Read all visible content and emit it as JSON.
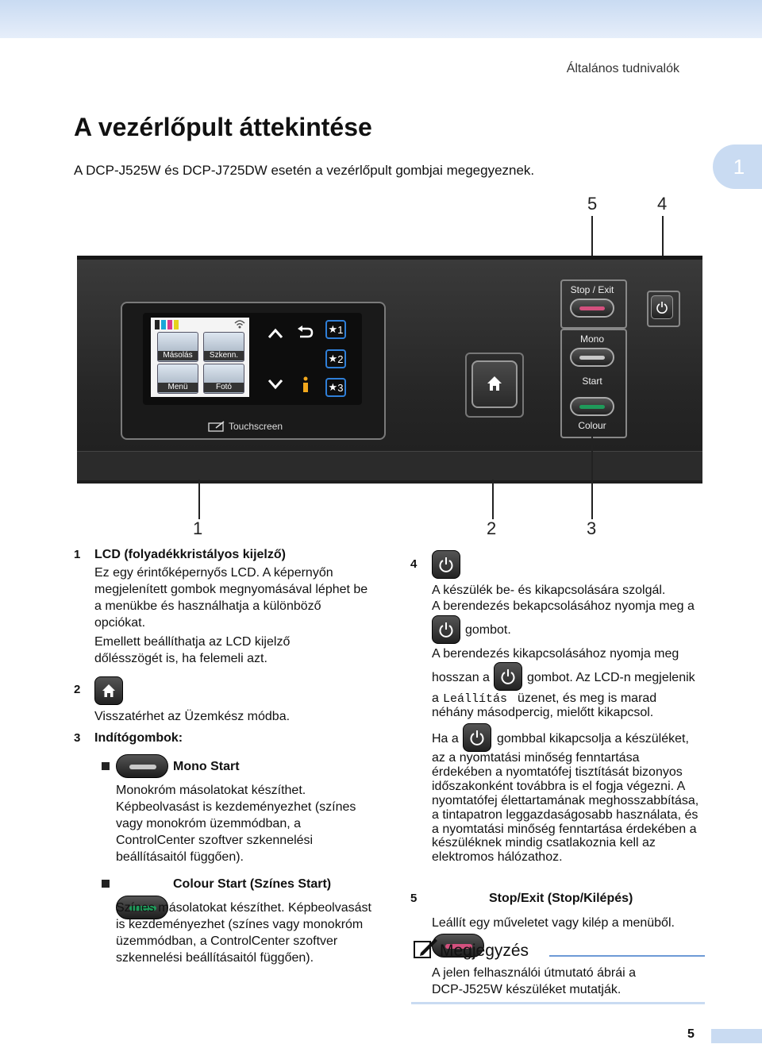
{
  "header": {
    "section": "Általános tudnivalók",
    "chapter": "1"
  },
  "page": {
    "title": "A vezérlőpult áttekintése",
    "subtitle": "A DCP-J525W és DCP-J725DW esetén a vezérlőpult gombjai megegyeznek.",
    "number": "5"
  },
  "callouts": {
    "c1": "1",
    "c2": "2",
    "c3": "3",
    "c4": "4",
    "c5": "5"
  },
  "panel": {
    "lcd_tiles": [
      "Másolás",
      "Szkenn.",
      "Menü",
      "Fotó"
    ],
    "shortcuts": [
      "1",
      "2",
      "3"
    ],
    "touchscreen_label": "Touchscreen",
    "stop_exit": "Stop / Exit",
    "mono": "Mono",
    "start": "Start",
    "colour": "Colour"
  },
  "items": {
    "i1": {
      "num": "1",
      "title": "LCD (folyadékkristályos kijelző)",
      "p1": "Ez egy érintőképernyős LCD. A képernyőn megjelenített gombok megnyomásával léphet be a menükbe és használhatja a különböző opciókat.",
      "p2": "Emellett beállíthatja az LCD kijelző dőlésszögét is, ha felemeli azt."
    },
    "i2": {
      "num": "2",
      "text": "Visszatérhet az Üzemkész módba."
    },
    "i3": {
      "num": "3",
      "title": "Indítógombok:",
      "mono_title": "Mono Start",
      "mono_text": "Monokróm másolatokat készíthet. Képbeolvasást is kezdeményezhet (színes vagy monokróm üzemmódban, a ControlCenter szoftver szkennelési beállításaitól függően).",
      "colour_title": "Colour Start (Színes Start)",
      "colour_text": "Színes másolatokat készíthet. Képbeolvasást is kezdeményezhet (színes vagy monokróm üzemmódban, a ControlCenter szoftver szkennelési beállításaitól függően)."
    },
    "i4": {
      "num": "4",
      "l1": "A készülék be- és kikapcsolására szolgál.",
      "l2": "A berendezés bekapcsolásához nyomja meg a",
      "l3": "gombot.",
      "l4": "A berendezés kikapcsolásához nyomja meg",
      "l5a": "hosszan a",
      "l5b": "gombot. Az LCD-n megjelenik",
      "l6a": "a",
      "l6b": "Leállítás",
      "l6c": "üzenet, és meg is marad",
      "l7": "néhány másodpercig, mielőtt kikapcsol.",
      "l8a": "Ha a",
      "l8b": "gombbal kikapcsolja a készüléket,",
      "p2": "az a nyomtatási minőség fenntartása érdekében a nyomtatófej tisztítását bizonyos időszakonként továbbra is el fogja végezni. A nyomtatófej élettartamának meghosszabbítása, a tintapatron leggazdaságosabb használata, és a nyomtatási minőség fenntartása érdekében a készüléknek mindig csatlakoznia kell az elektromos hálózathoz."
    },
    "i5": {
      "num": "5",
      "title": "Stop/Exit (Stop/Kilépés)",
      "text": "Leállít egy műveletet vagy kilép a menüből."
    }
  },
  "note": {
    "title": "Megjegyzés",
    "text": "A jelen felhasználói útmutató ábrái a DCP-J525W készüléket mutatják."
  },
  "colors": {
    "accent": "#c9dbf2",
    "green": "#1f9a5a",
    "pink": "#d4507e",
    "grey": "#c8c8c8"
  }
}
